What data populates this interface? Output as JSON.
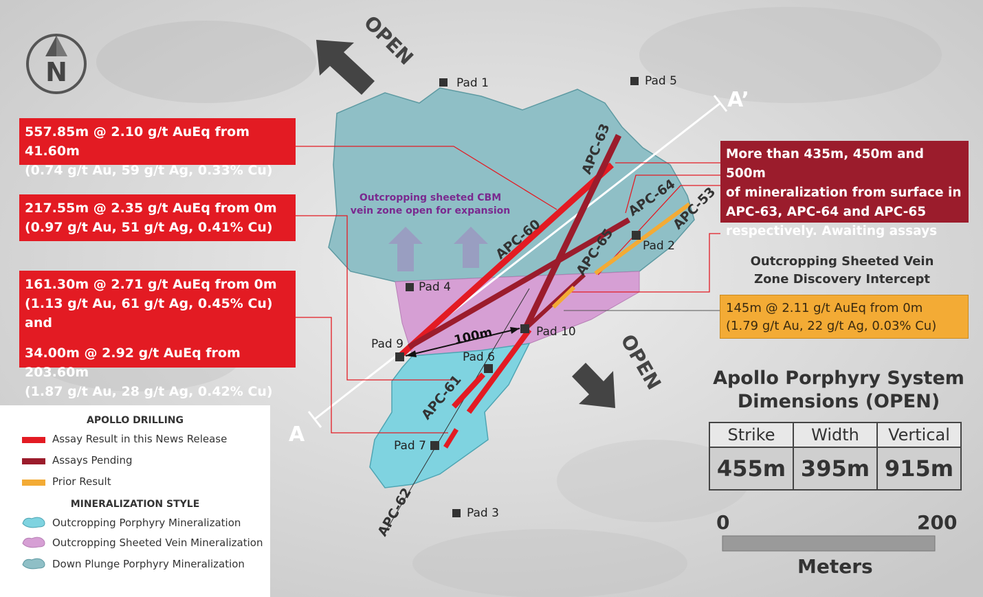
{
  "north_label": "N",
  "open_labels": [
    "OPEN",
    "OPEN"
  ],
  "section_labels": {
    "start": "A",
    "end": "A’"
  },
  "pads": [
    "Pad 1",
    "Pad 5",
    "Pad 2",
    "Pad 4",
    "Pad 9",
    "Pad 10",
    "Pad 6",
    "Pad 7",
    "Pad 3"
  ],
  "holes": [
    "APC-63",
    "APC-64",
    "APC-53",
    "APC-60",
    "APC-65",
    "APC-61",
    "APC-62"
  ],
  "distance_label": "100m",
  "zone_note": [
    "Outcropping sheeted CBM",
    "vein zone open for expansion"
  ],
  "callouts": {
    "c1": [
      "557.85m @ 2.10 g/t AuEq from 41.60m",
      "(0.74 g/t Au, 59 g/t Ag, 0.33% Cu)"
    ],
    "c2": [
      "217.55m @ 2.35 g/t AuEq from 0m",
      "(0.97 g/t Au, 51 g/t Ag, 0.41% Cu)"
    ],
    "c3": [
      "161.30m @ 2.71 g/t AuEq from 0m",
      "(1.13 g/t Au, 61 g/t Ag, 0.45% Cu) and",
      "34.00m @ 2.92 g/t AuEq from 203.60m",
      "(1.87 g/t Au, 28 g/t Ag, 0.42% Cu)"
    ],
    "pending": [
      "More than 435m, 450m and 500m",
      "of mineralization from surface in",
      "APC-63, APC-64 and APC-65",
      "respectively. Awaiting assays"
    ],
    "discovery_title": [
      "Outcropping Sheeted Vein",
      "Zone Discovery Intercept"
    ],
    "discovery": [
      "145m @ 2.11 g/t AuEq from 0m",
      "(1.79 g/t Au, 22 g/t Ag, 0.03% Cu)"
    ]
  },
  "legend": {
    "drilling_heading": "APOLLO DRILLING",
    "drilling_items": [
      "Assay Result in this News Release",
      "Assays Pending",
      "Prior Result"
    ],
    "style_heading": "MINERALIZATION STYLE",
    "style_items": [
      "Outcropping Porphyry Mineralization",
      "Outcropping Sheeted Vein Mineralization",
      "Down Plunge Porphyry Mineralization"
    ]
  },
  "dimensions": {
    "title": [
      "Apollo Porphyry System",
      "Dimensions (OPEN)"
    ],
    "headers": [
      "Strike",
      "Width",
      "Vertical"
    ],
    "values": [
      "455m",
      "395m",
      "915m"
    ]
  },
  "scale": {
    "start": "0",
    "end": "200",
    "unit": "Meters"
  },
  "colors": {
    "assay_result": "#e31b23",
    "assays_pending": "#9b1c2c",
    "prior_result": "#f3ab35",
    "outcropping_porphyry": "#7fd3e0",
    "sheeted_vein": "#d69fd4",
    "down_plunge": "#8fbfc6"
  }
}
